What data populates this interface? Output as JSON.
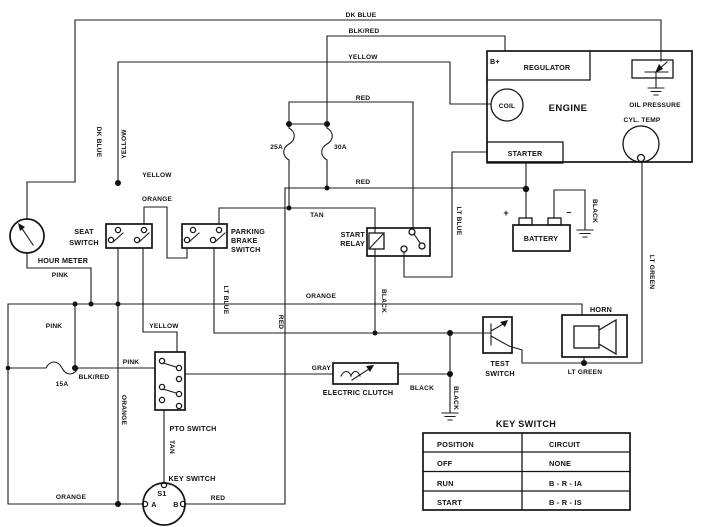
{
  "labels": {
    "dk_blue_top": "DK BLUE",
    "blk_red_top": "BLK/RED",
    "yellow_top": "YELLOW",
    "red_engine": "RED",
    "fuse_25a": "25A",
    "fuse_30a": "30A",
    "dk_blue_vert": "DK BLUE",
    "yellow_vert": "YELLOW",
    "yellow_seat": "YELLOW",
    "orange_seat": "ORANGE",
    "tan_relay": "TAN",
    "red_battery": "RED",
    "lt_blue_parking": "LT BLUE",
    "lt_blue_relay": "LT BLUE",
    "pink_hour_meter": "PINK",
    "pink_left": "PINK",
    "pink_pto": "PINK",
    "blk_red_fuse": "BLK/RED",
    "fuse_15a": "15A",
    "yellow_pto": "YELLOW",
    "orange_horn": "ORANGE",
    "red_key_vert": "RED",
    "black_relay": "BLACK",
    "orange_pto_vert": "ORANGE",
    "tan_key_vert": "TAN",
    "gray_clutch": "GRAY",
    "black_clutch": "BLACK",
    "black_ground": "BLACK",
    "black_battery": "BLACK",
    "lt_green_horn": "LT GREEN",
    "lt_green_vert": "LT GREEN",
    "orange_key": "ORANGE",
    "red_key": "RED"
  },
  "components": {
    "engine": {
      "name": "ENGINE",
      "b_plus": "B+",
      "regulator": "REGULATOR",
      "coil": "COIL",
      "starter": "STARTER",
      "oil_pressure": "OIL PRESSURE",
      "cyl_temp": "CYL. TEMP"
    },
    "battery": {
      "name": "BATTERY",
      "plus": "+",
      "minus": "–"
    },
    "hour_meter": "HOUR METER",
    "seat_switch": [
      "SEAT",
      "SWITCH"
    ],
    "parking_brake_switch": [
      "PARKING",
      "BRAKE",
      "SWITCH"
    ],
    "start_relay": [
      "START",
      "RELAY"
    ],
    "test_switch": [
      "TEST",
      "SWITCH"
    ],
    "horn": "HORN",
    "electric_clutch": "ELECTRIC CLUTCH",
    "pto_switch": "PTO SWITCH",
    "key_switch": {
      "label": "KEY SWITCH",
      "s1": "S1",
      "a": "A",
      "b": "B"
    }
  },
  "key_switch_table": {
    "title": "KEY SWITCH",
    "headers": [
      "POSITION",
      "CIRCUIT"
    ],
    "rows": [
      [
        "OFF",
        "NONE"
      ],
      [
        "RUN",
        "B - R - IA"
      ],
      [
        "START",
        "B - R - IS"
      ]
    ]
  }
}
